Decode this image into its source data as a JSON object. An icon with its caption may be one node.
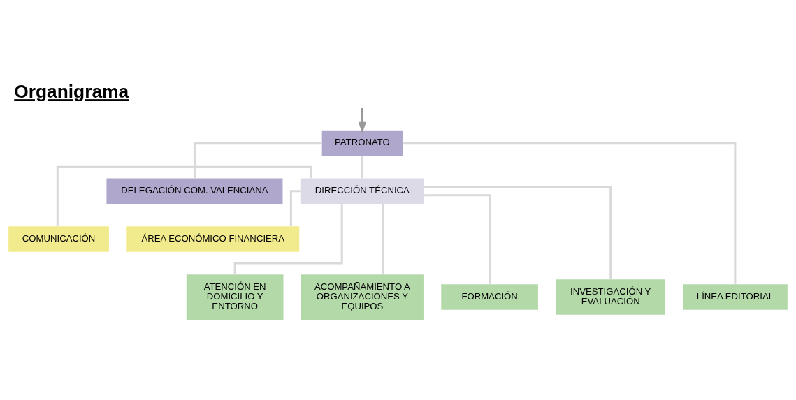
{
  "diagram": {
    "title": "Organigrama",
    "nodes": [
      {
        "text": [
          "PATRONATO"
        ]
      },
      {
        "text": [
          "DELEGACIÓN COM. VALENCIANA"
        ]
      },
      {
        "text": [
          "DIRECCIÓN TÉCNICA"
        ]
      },
      {
        "text": [
          "COMUNICACIÓN"
        ]
      },
      {
        "text": [
          "ÁREA ECONÓMICO FINANCIERA"
        ]
      },
      {
        "text": [
          "ATENCIÓN EN DOMICILIO Y ENTORNO"
        ]
      },
      {
        "text": [
          "ACOMPAÑAMIENTO A ORGANIZACIONES Y EQUIPOS"
        ]
      },
      {
        "text": [
          "FORMACIÓN"
        ]
      },
      {
        "text": [
          "INVESTIGACIÓN Y EVALUACIÓN"
        ]
      },
      {
        "text": [
          "LÍNEA EDITORIAL"
        ]
      }
    ],
    "edges": [
      {
        "from": null,
        "to": 0,
        "arrow": "to",
        "color": "#999999"
      },
      {
        "from": 0,
        "to": 1,
        "arrow": "none"
      },
      {
        "from": 0,
        "to": 2,
        "arrow": "none"
      },
      {
        "from": 2,
        "to": 3,
        "arrow": "none"
      },
      {
        "from": 2,
        "to": 4,
        "arrow": "none"
      },
      {
        "from": 2,
        "to": 5,
        "arrow": "none"
      },
      {
        "from": 2,
        "to": 6,
        "arrow": "none"
      },
      {
        "from": 2,
        "to": 7,
        "arrow": "none"
      },
      {
        "from": 2,
        "to": 8,
        "arrow": "none"
      },
      {
        "from": 0,
        "to": 9,
        "arrow": "none"
      }
    ]
  }
}
